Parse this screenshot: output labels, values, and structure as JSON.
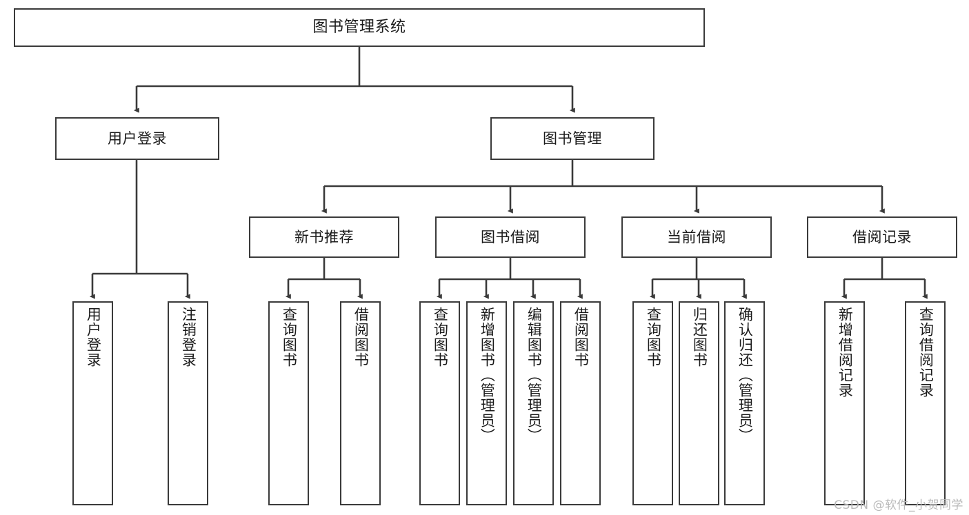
{
  "diagram": {
    "title": "图书管理系统",
    "type": "tree-hierarchy-diagram",
    "colors": {
      "stroke": "#3a3a3a",
      "fill": "#ffffff",
      "text": "#1b1b1b",
      "watermark": "#b9b9b9"
    },
    "nodes": {
      "root": {
        "label": "图书管理系统"
      },
      "level2": [
        {
          "id": "user-login",
          "label": "用户登录"
        },
        {
          "id": "book-manage",
          "label": "图书管理"
        }
      ],
      "level3": [
        {
          "id": "new-book-recommend",
          "label": "新书推荐"
        },
        {
          "id": "book-borrow",
          "label": "图书借阅"
        },
        {
          "id": "current-borrow",
          "label": "当前借阅"
        },
        {
          "id": "borrow-record",
          "label": "借阅记录"
        }
      ],
      "leaves": {
        "user_login": [
          {
            "id": "leaf-user-login",
            "label": "用户登录"
          },
          {
            "id": "leaf-user-logout",
            "label": "注销登录"
          }
        ],
        "new_book_recommend": [
          {
            "id": "leaf-query-book-1",
            "label": "查询图书"
          },
          {
            "id": "leaf-borrow-book-1",
            "label": "借阅图书"
          }
        ],
        "book_borrow": [
          {
            "id": "leaf-query-book-2",
            "label": "查询图书"
          },
          {
            "id": "leaf-add-book",
            "label": "新增图书（管理员）"
          },
          {
            "id": "leaf-edit-book",
            "label": "编辑图书（管理员）"
          },
          {
            "id": "leaf-borrow-book-2",
            "label": "借阅图书"
          }
        ],
        "current_borrow": [
          {
            "id": "leaf-query-book-3",
            "label": "查询图书"
          },
          {
            "id": "leaf-return-book",
            "label": "归还图书"
          },
          {
            "id": "leaf-confirm-return",
            "label": "确认归还（管理员）"
          }
        ],
        "borrow_record": [
          {
            "id": "leaf-add-record",
            "label": "新增借阅记录"
          },
          {
            "id": "leaf-query-record",
            "label": "查询借阅记录"
          }
        ]
      }
    },
    "watermark": "CSDN @软件_小贺同学"
  }
}
